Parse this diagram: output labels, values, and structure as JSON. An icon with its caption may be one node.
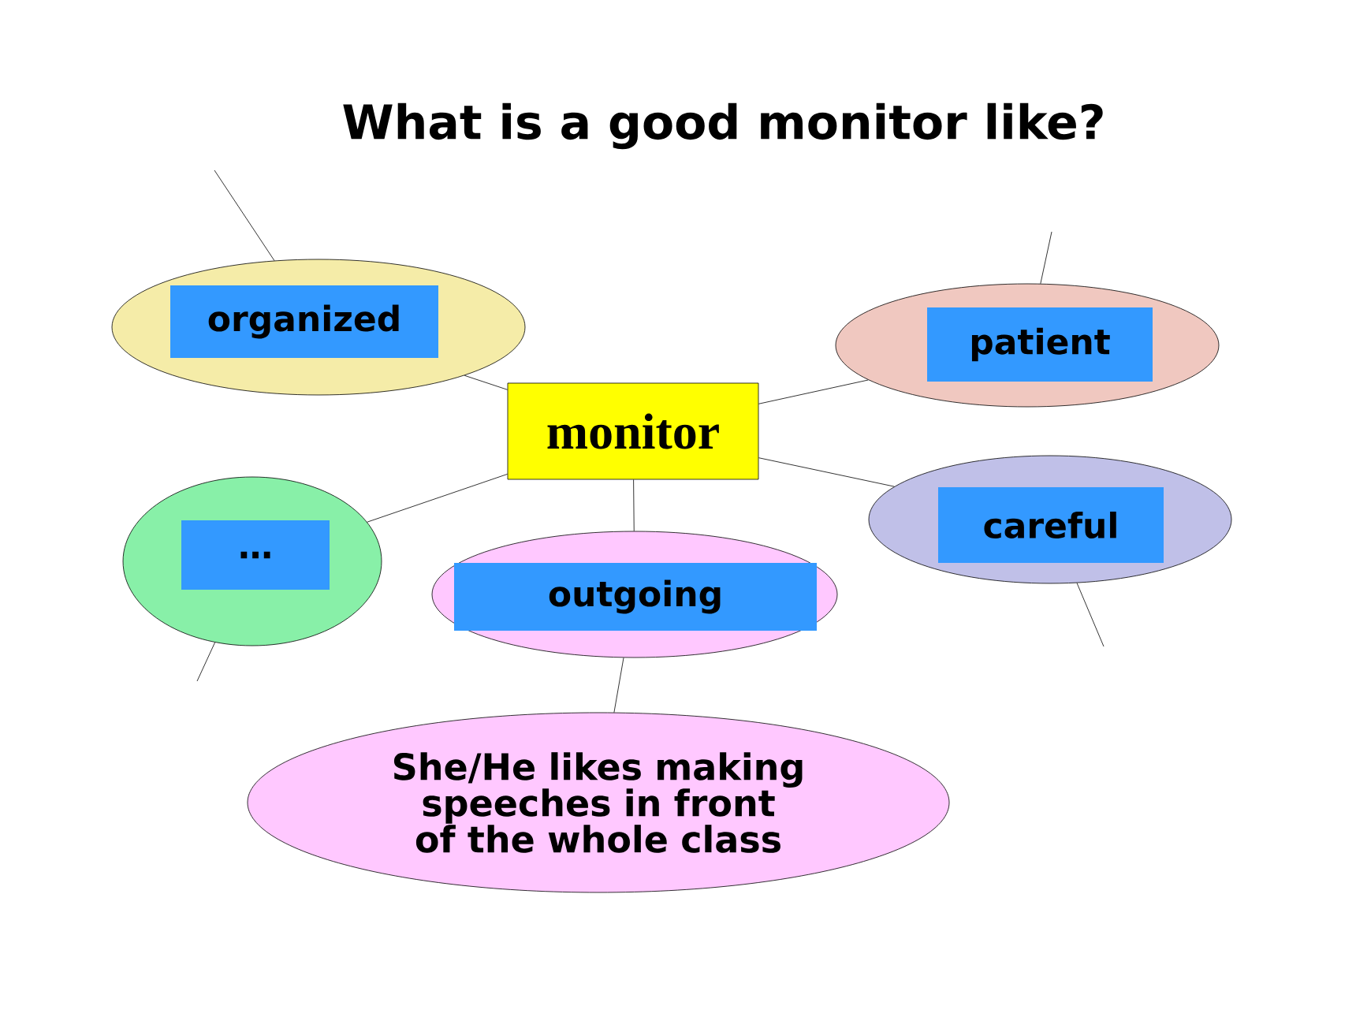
{
  "diagram": {
    "title": "What is a good monitor like?",
    "nodes": [
      {
        "text": [
          "monitor"
        ]
      },
      {
        "text": [
          "organized"
        ]
      },
      {
        "text": [
          "patient"
        ]
      },
      {
        "text": [
          "…"
        ]
      },
      {
        "text": [
          "outgoing"
        ]
      },
      {
        "text": [
          "careful"
        ]
      },
      {
        "text": [
          "She/He likes making speeches in front of the whole class"
        ]
      }
    ],
    "edges": [
      {
        "from": 0,
        "to": 1,
        "arrow": "none"
      },
      {
        "from": 0,
        "to": 2,
        "arrow": "none"
      },
      {
        "from": 0,
        "to": 3,
        "arrow": "none"
      },
      {
        "from": 0,
        "to": 4,
        "arrow": "none"
      },
      {
        "from": 0,
        "to": 5,
        "arrow": "none"
      },
      {
        "from": 4,
        "to": 6,
        "arrow": "none"
      },
      {
        "from": null,
        "to": 1,
        "arrow": "none"
      },
      {
        "from": null,
        "to": 2,
        "arrow": "none"
      },
      {
        "from": null,
        "to": 3,
        "arrow": "none"
      },
      {
        "from": null,
        "to": 5,
        "arrow": "none"
      }
    ]
  }
}
